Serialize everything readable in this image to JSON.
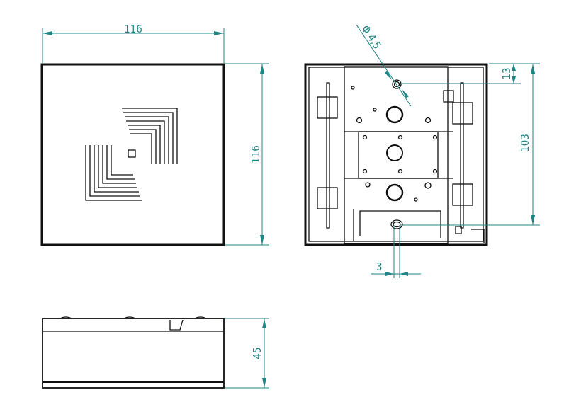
{
  "title": "Housing dimension drawing",
  "dimensions": {
    "front_width": "116",
    "front_height": "116",
    "hole_diameter": "Φ 4,5",
    "hole_offset_top": "13",
    "hole_spacing": "103",
    "slot_width": "3",
    "depth": "45"
  },
  "colors": {
    "dimension": "#1f8585",
    "outline": "#111111"
  }
}
